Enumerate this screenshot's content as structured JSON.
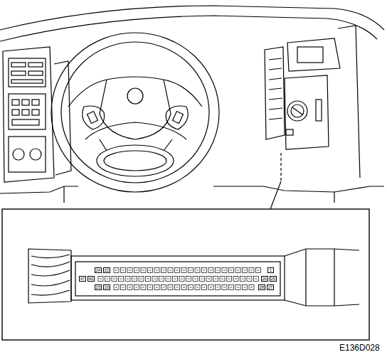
{
  "diagram": {
    "labels": [
      "24",
      "22",
      "1",
      "47",
      "46",
      "26",
      "25",
      "23",
      "19",
      "28",
      "27",
      "E136D028"
    ]
  }
}
